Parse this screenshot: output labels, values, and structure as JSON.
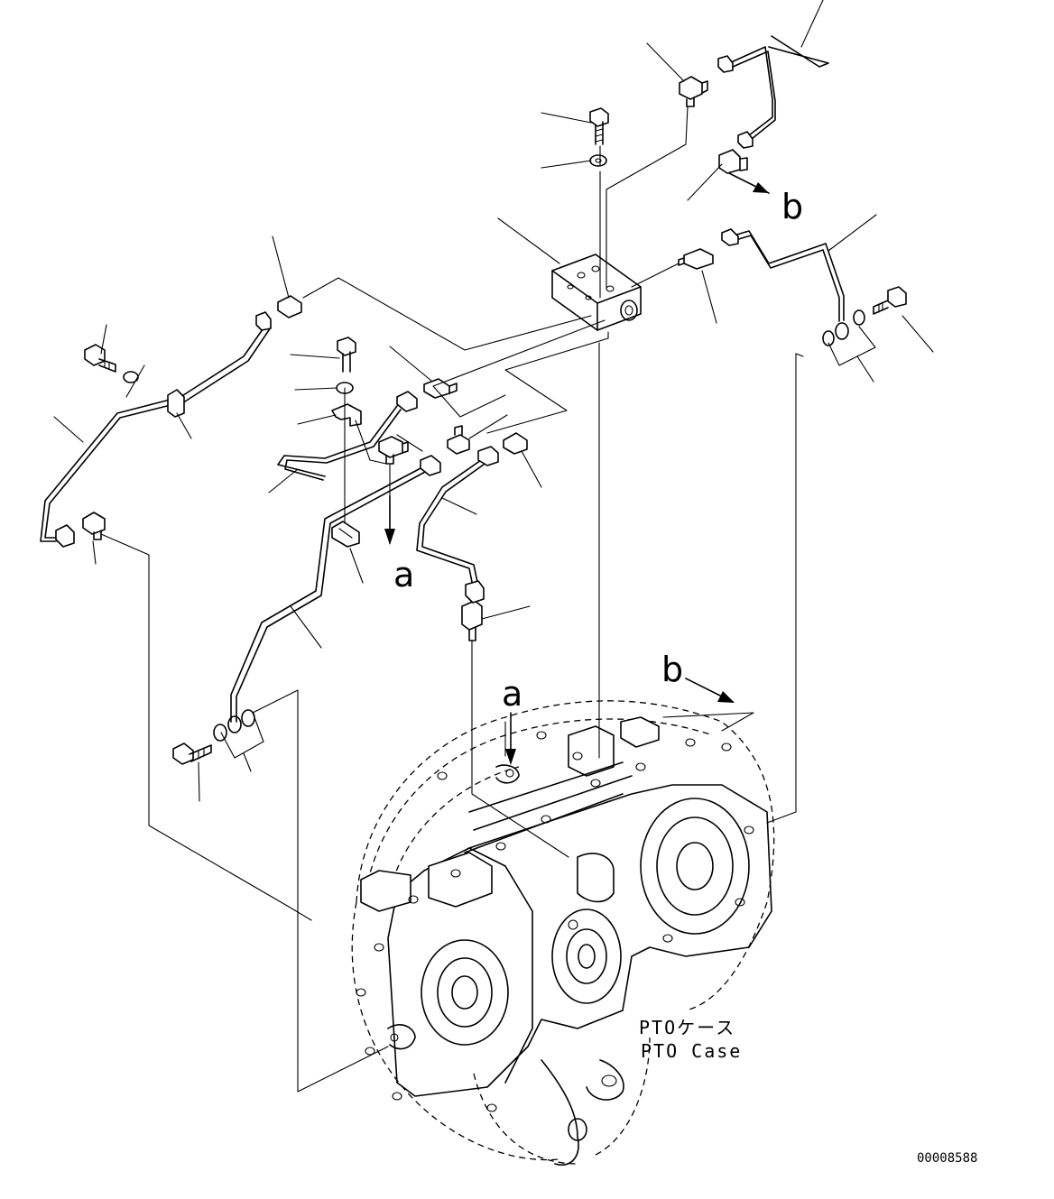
{
  "callouts": {
    "a_top": "a",
    "b_top": "b",
    "a_bottom": "a",
    "b_bottom": "b"
  },
  "case_label": {
    "japanese": "PTOケース",
    "english": "PTO Case"
  },
  "drawing_number": "00008588"
}
